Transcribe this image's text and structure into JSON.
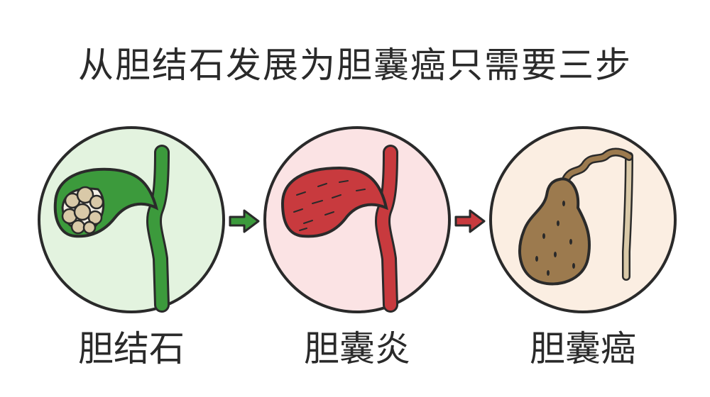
{
  "title": "从胆结石发展为胆囊癌只需要三步",
  "stages": [
    {
      "label": "胆结石",
      "bg": "#e3f3df",
      "organ": "#3c9a3c"
    },
    {
      "label": "胆囊炎",
      "bg": "#fbe3e4",
      "organ": "#c83a3e"
    },
    {
      "label": "胆囊癌",
      "bg": "#fbeee2",
      "organ": "#9c7a4e"
    }
  ],
  "arrows": [
    {
      "color": "#3c9a3c"
    },
    {
      "color": "#c83a3e"
    }
  ]
}
